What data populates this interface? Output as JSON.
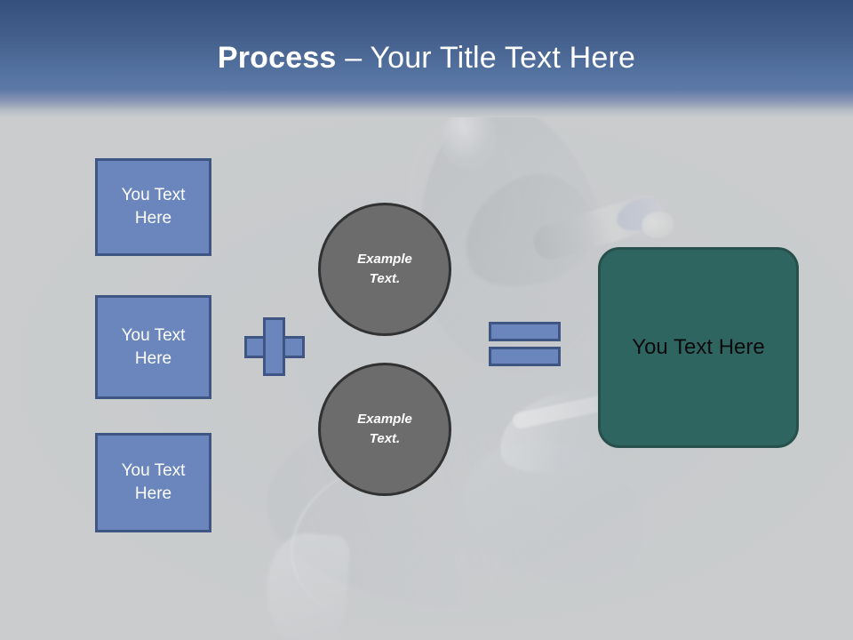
{
  "slide": {
    "header": {
      "title_strong": "Process",
      "title_rest": " – Your Title Text Here",
      "gradient_top_color": "#35507c",
      "gradient_bottom_color": "#5c78a6"
    },
    "background": {
      "base_color": "#c9cccd",
      "image_description": "faded photo of a snowboarder"
    },
    "inputs": {
      "box_fill_color": "#6a86bc",
      "box_border_color": "#3f5584",
      "boxes": [
        {
          "label": "You Text Here"
        },
        {
          "label": "You Text Here"
        },
        {
          "label": "You Text Here"
        }
      ]
    },
    "operators": {
      "plus": "+",
      "equals": "="
    },
    "circles": {
      "fill_color": "#6c6c6c",
      "border_color": "#323232",
      "items": [
        {
          "line1": "Example",
          "line2": "Text."
        },
        {
          "line1": "Example",
          "line2": "Text."
        }
      ]
    },
    "result": {
      "label": "You Text Here",
      "fill_color": "#2f6561",
      "border_color": "#27504d",
      "text_color": "#0b0b0b"
    }
  }
}
